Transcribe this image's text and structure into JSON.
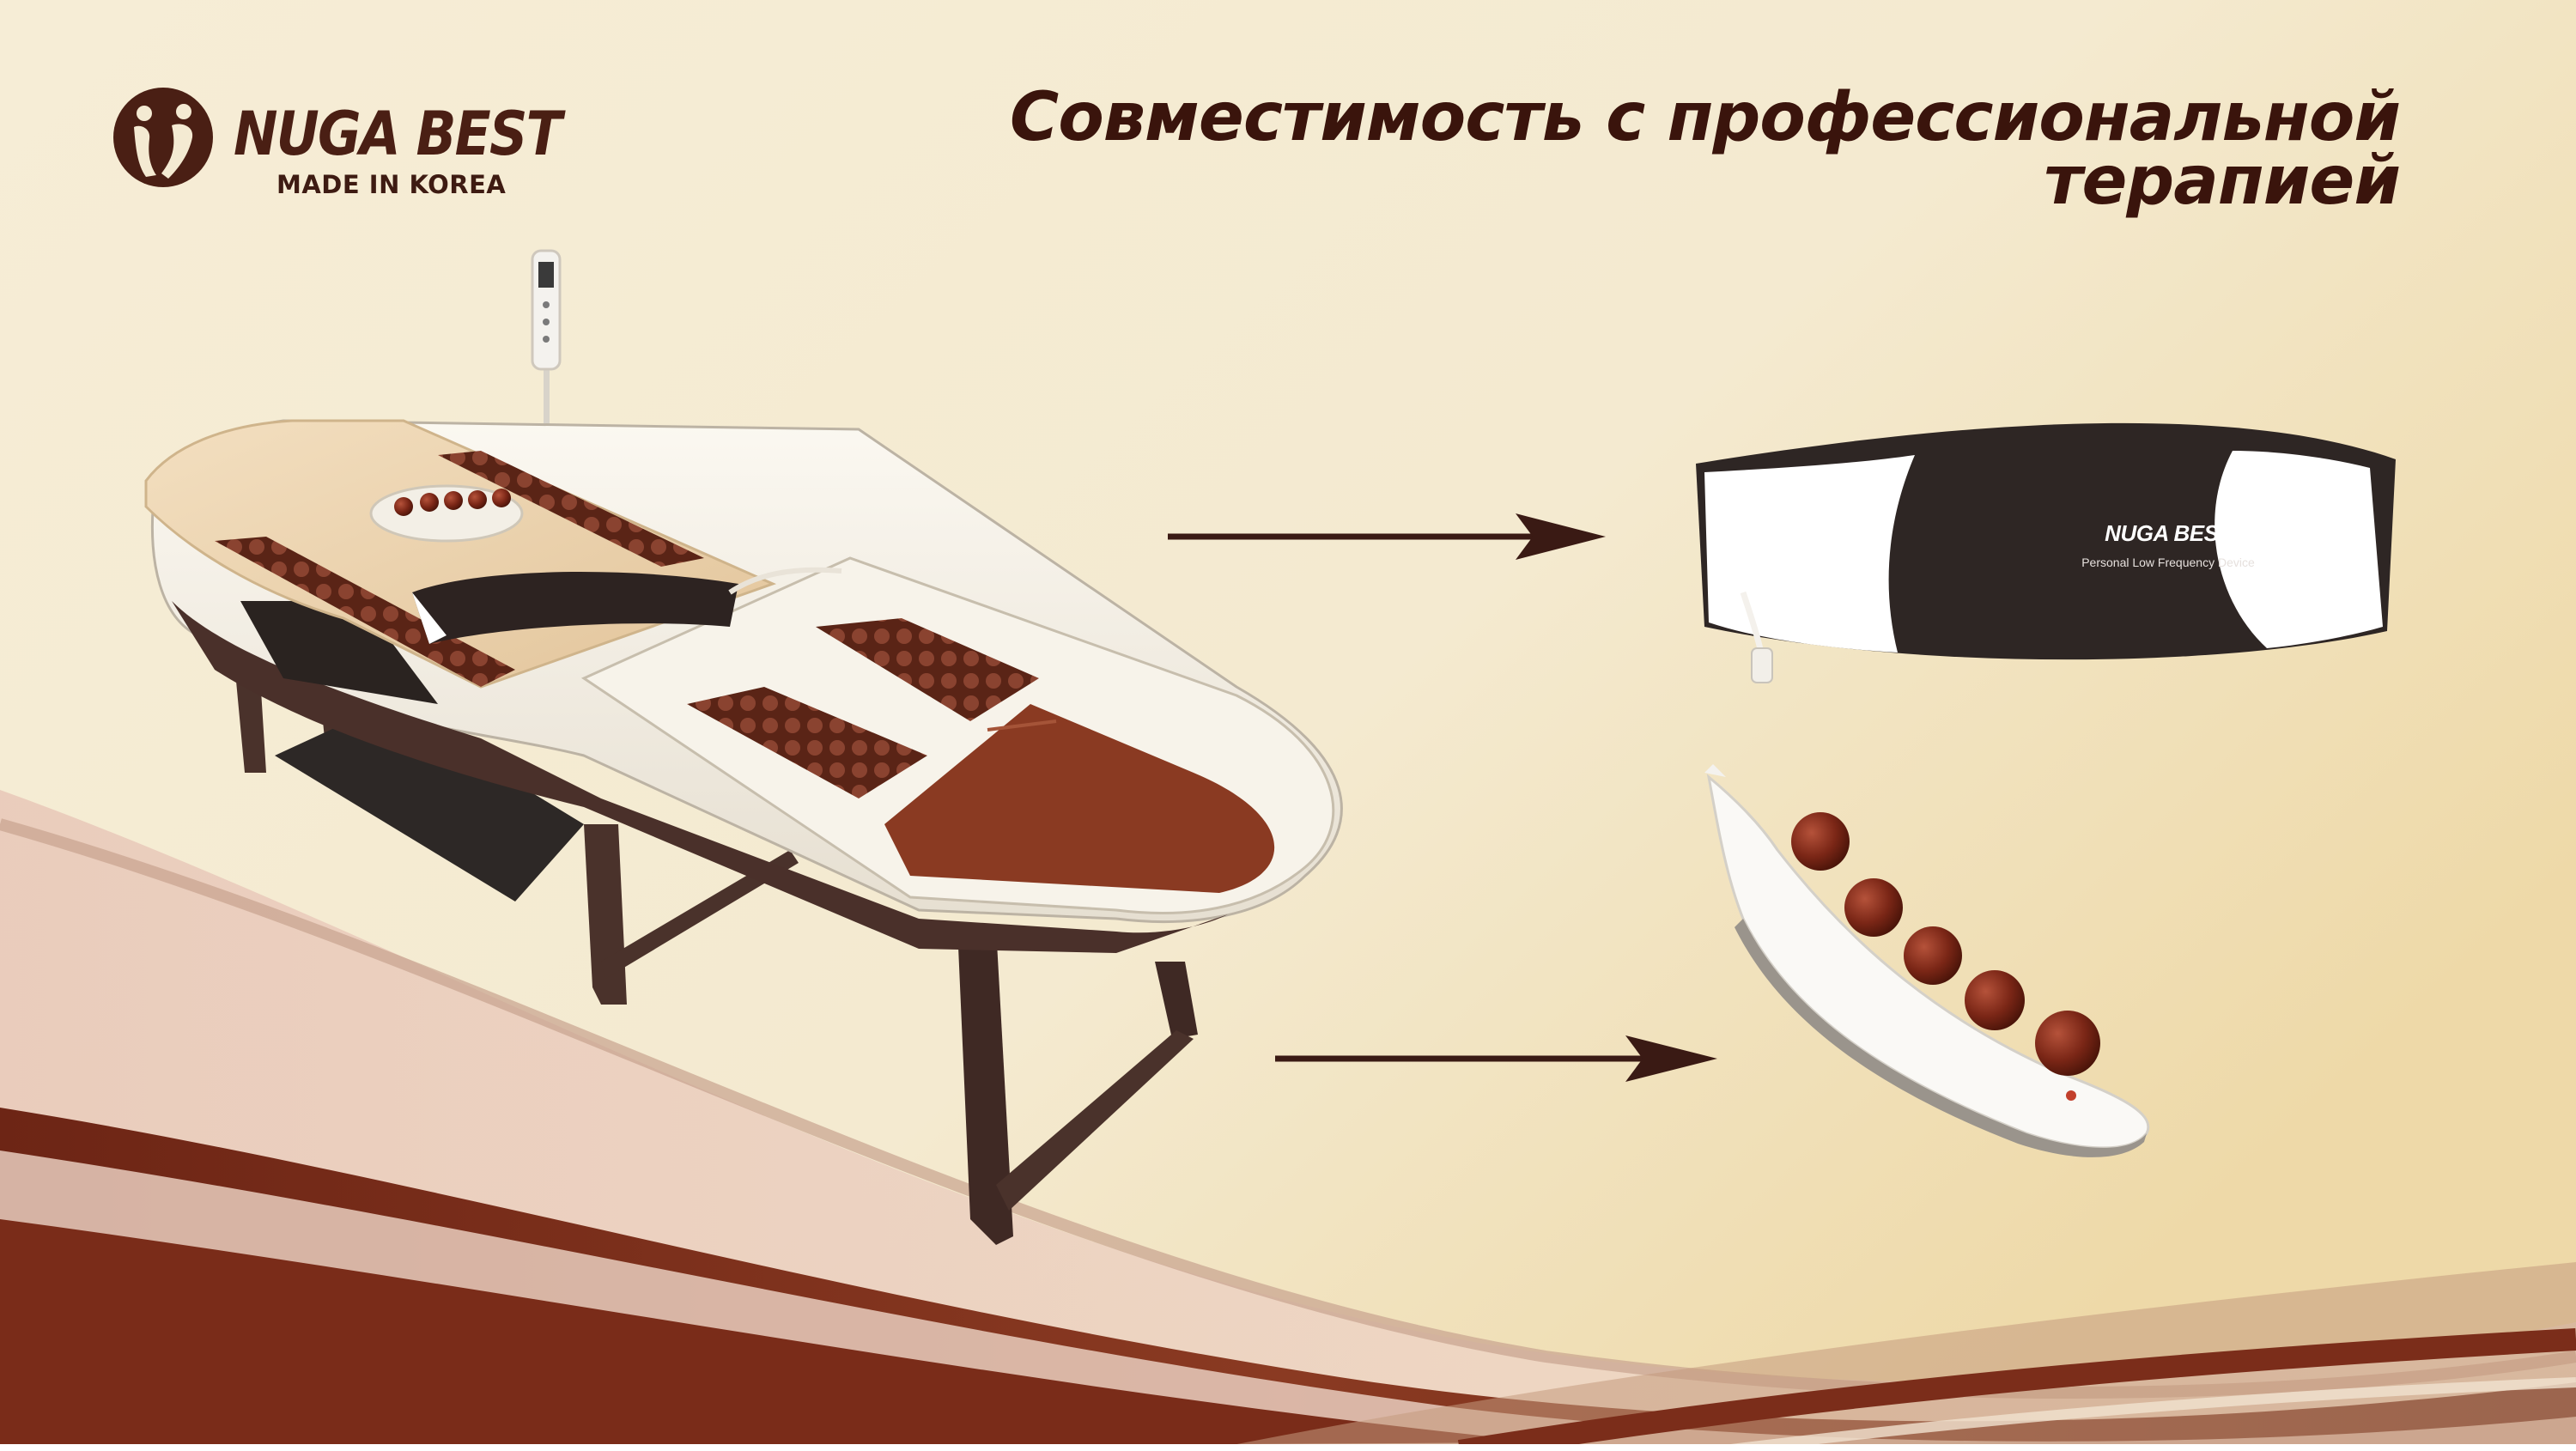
{
  "logo": {
    "brand": "NUGA BEST",
    "tagline": "MADE IN KOREA",
    "icon": "nugabest-figure-icon"
  },
  "headline": {
    "line1": "Совместимость с профессиональной",
    "line2": "терапией"
  },
  "belt": {
    "brand": "NUGA BEST",
    "caption": "Personal Low Frequency Device"
  },
  "colors": {
    "background": "#f4ead2",
    "accent": "#6e2a18",
    "text": "#3a140c"
  }
}
